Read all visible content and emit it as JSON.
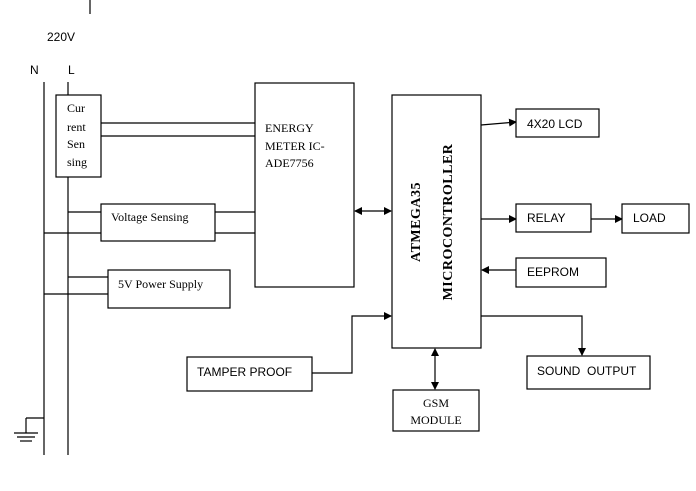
{
  "supply": {
    "voltage": "220V",
    "neutral": "N",
    "live": "L"
  },
  "blocks": {
    "current_sensing": [
      "Cur",
      "rent",
      "Sen",
      "sing"
    ],
    "energy_meter": [
      "ENERGY",
      "METER IC-",
      "ADE7756"
    ],
    "voltage_sensing": "Voltage Sensing",
    "power_supply": "5V Power Supply",
    "tamper_proof": "TAMPER PROOF",
    "mcu_line1": "ATMEGA35",
    "mcu_line2": "MICROCONTROLLER",
    "lcd": "4X20 LCD",
    "relay": "RELAY",
    "load": "LOAD",
    "eeprom": "EEPROM",
    "sound_output": "SOUND  OUTPUT",
    "gsm": [
      "GSM",
      "MODULE"
    ]
  }
}
